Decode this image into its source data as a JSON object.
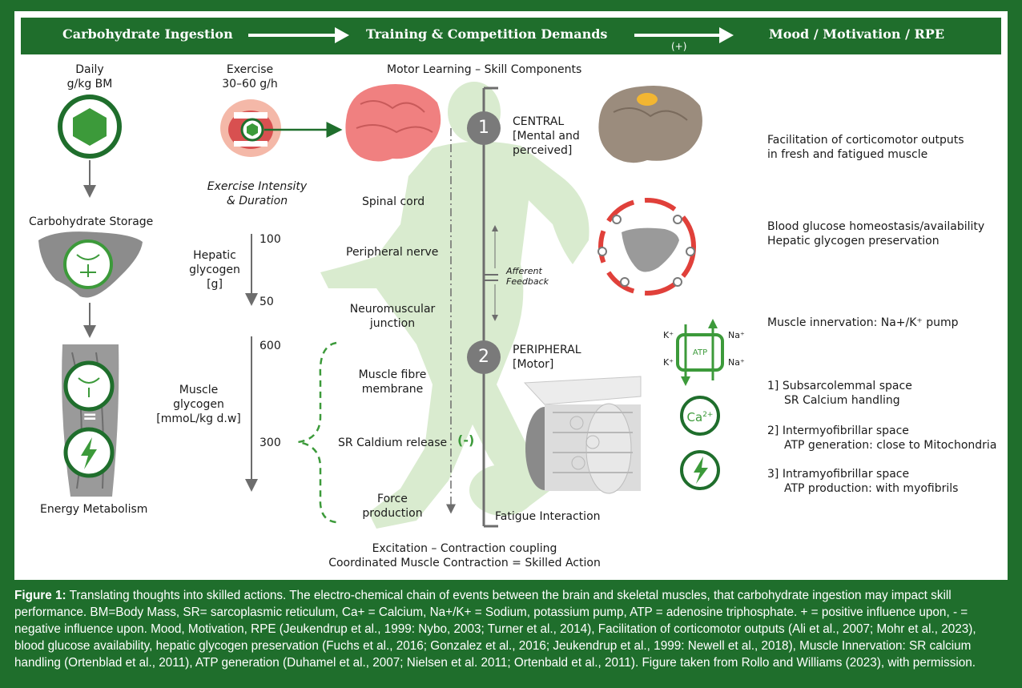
{
  "header": {
    "col1": "Carbohydrate Ingestion",
    "col2": "Training & Competition Demands",
    "col3": "Mood / Motivation / RPE",
    "plus": "(+)"
  },
  "left": {
    "daily_line1": "Daily",
    "daily_line2": "g/kg BM",
    "storage": "Carbohydrate Storage",
    "equals": "=",
    "energy": "Energy Metabolism"
  },
  "exercise": {
    "line1": "Exercise",
    "line2": "30–60 g/h",
    "intensity_line1": "Exercise Intensity",
    "intensity_line2": "& Duration",
    "hepatic_line1": "Hepatic",
    "hepatic_line2": "glycogen",
    "hepatic_line3": "[g]",
    "hepatic_top": "100",
    "hepatic_bottom": "50",
    "muscle_line1": "Muscle",
    "muscle_line2": "glycogen",
    "muscle_line3": "[mmoL/kg d.w]",
    "muscle_top": "600",
    "muscle_bottom": "300"
  },
  "center": {
    "motor_learning": "Motor Learning – Skill Components",
    "spinal": "Spinal cord",
    "peripheral_nerve": "Peripheral nerve",
    "nmj_line1": "Neuromuscular",
    "nmj_line2": "junction",
    "fibre_line1": "Muscle fibre",
    "fibre_line2": "membrane",
    "sr": "SR Caldium release",
    "minus": "(-)",
    "force_line1": "Force",
    "force_line2": "production",
    "bottom_line1": "Excitation – Contraction coupling",
    "bottom_line2": "Coordinated Muscle Contraction = Skilled Action",
    "num1": "1",
    "central_line1": "CENTRAL",
    "central_line2": "[Mental and",
    "central_line3": "perceived]",
    "afferent_line1": "Afferent",
    "afferent_line2": "Feedback",
    "num2": "2",
    "peripheral_line1": "PERIPHERAL",
    "peripheral_line2": "[Motor]",
    "fatigue": "Fatigue Interaction"
  },
  "pump": {
    "k_top": "K⁺",
    "na_top": "Na⁺",
    "k_bottom": "K⁺",
    "na_bottom": "Na⁺",
    "atp": "ATP",
    "ca_base": "Ca",
    "ca_sup": "2+"
  },
  "right": {
    "r1_line1": "Facilitation of corticomotor outputs",
    "r1_line2": "in fresh and fatigued muscle",
    "r2_line1": "Blood glucose homeostasis/availability",
    "r2_line2": "Hepatic glycogen preservation",
    "r3": "Muscle innervation: Na+/K⁺ pump",
    "r4_line1": "1]  Subsarcolemmal space",
    "r4_line2": "SR Calcium handling",
    "r5_line1": "2]  Intermyofibrillar space",
    "r5_line2": "ATP generation: close to Mitochondria",
    "r6_line1": "3]  Intramyofibrillar space",
    "r6_line2": "ATP production: with myofibrils"
  },
  "caption": {
    "label": "Figure 1:",
    "text": " Translating thoughts into skilled actions. The electro-chemical chain of events between the brain and skeletal muscles, that carbohydrate ingestion may impact skill performance. BM=Body Mass, SR= sarcoplasmic reticulum, Ca+ = Calcium, Na+/K+ = Sodium, potassium pump, ATP = adenosine triphosphate. + = positive influence upon, - = negative influence upon. Mood, Motivation, RPE (Jeukendrup et al., 1999: Nybo, 2003; Turner et al., 2014), Facilitation of corticomotor outputs (Ali et al., 2007; Mohr et al., 2023), blood glucose availability, hepatic glycogen preservation (Fuchs et al., 2016; Gonzalez et al., 2016; Jeukendrup et al., 1999: Newell et al., 2018), Muscle Innervation: SR calcium handling (Ortenblad et al., 2011), ATP generation (Duhamel et al., 2007; Nielsen et al. 2011; Ortenbald et al., 2011). Figure taken from Rollo and Williams (2023), with permission."
  },
  "colors": {
    "frame": "#1f6e2c",
    "accent": "#3c9a3a",
    "silhouette": "#d9ebcf",
    "brain_pink": "#f08080",
    "brain_grey": "#9b8c7d",
    "liver_red": "#e0403a",
    "neutral": "#6d6d6d"
  }
}
